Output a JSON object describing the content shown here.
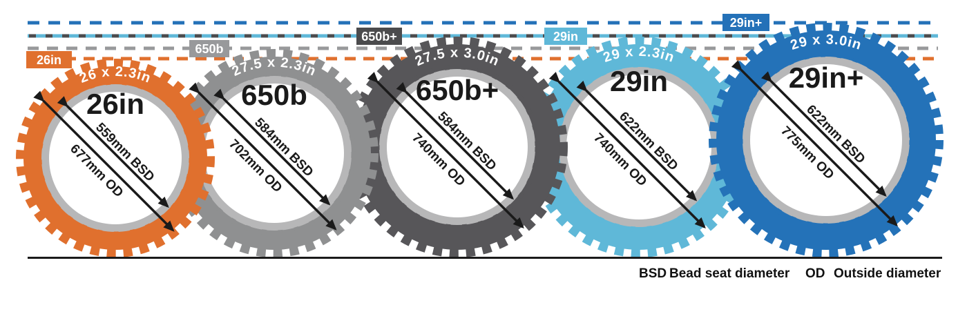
{
  "colors": {
    "rim": "#b7b7b8",
    "ink": "#1a1a1a",
    "white": "#ffffff"
  },
  "guide_lines": [
    {
      "label": "29in+",
      "y": 33,
      "color": "#2471b8"
    },
    {
      "label": "650b+",
      "y": 52,
      "color": "#4b4b4d"
    },
    {
      "label": "29in",
      "y": 52,
      "color": "#5fb8d8"
    },
    {
      "label": "650b",
      "y": 70,
      "color": "#98999b"
    },
    {
      "label": "26in",
      "y": 85,
      "color": "#e0702e"
    }
  ],
  "wheels": [
    {
      "name": "26in",
      "tire_size": "26 x 2.3in",
      "bsd_mm": 559,
      "od_mm": 677,
      "bsd_label": "559mm BSD",
      "od_label": "677mm OD",
      "color": "#e0702e"
    },
    {
      "name": "650b",
      "tire_size": "27.5 x 2.3in",
      "bsd_mm": 584,
      "od_mm": 702,
      "bsd_label": "584mm BSD",
      "od_label": "702mm OD",
      "color": "#8f9091"
    },
    {
      "name": "650b+",
      "tire_size": "27.5 x 3.0in",
      "bsd_mm": 584,
      "od_mm": 740,
      "bsd_label": "584mm BSD",
      "od_label": "740mm OD",
      "color": "#575659"
    },
    {
      "name": "29in",
      "tire_size": "29 x 2.3in",
      "bsd_mm": 622,
      "od_mm": 740,
      "bsd_label": "622mm BSD",
      "od_label": "740mm OD",
      "color": "#5fb8d8"
    },
    {
      "name": "29in+",
      "tire_size": "29 x 3.0in",
      "bsd_mm": 622,
      "od_mm": 775,
      "bsd_label": "622mm BSD",
      "od_label": "775mm OD",
      "color": "#2472b8"
    }
  ],
  "legend": [
    {
      "abbr": "BSD",
      "label": "Bead seat diameter"
    },
    {
      "abbr": "OD",
      "label": "Outside diameter"
    }
  ]
}
